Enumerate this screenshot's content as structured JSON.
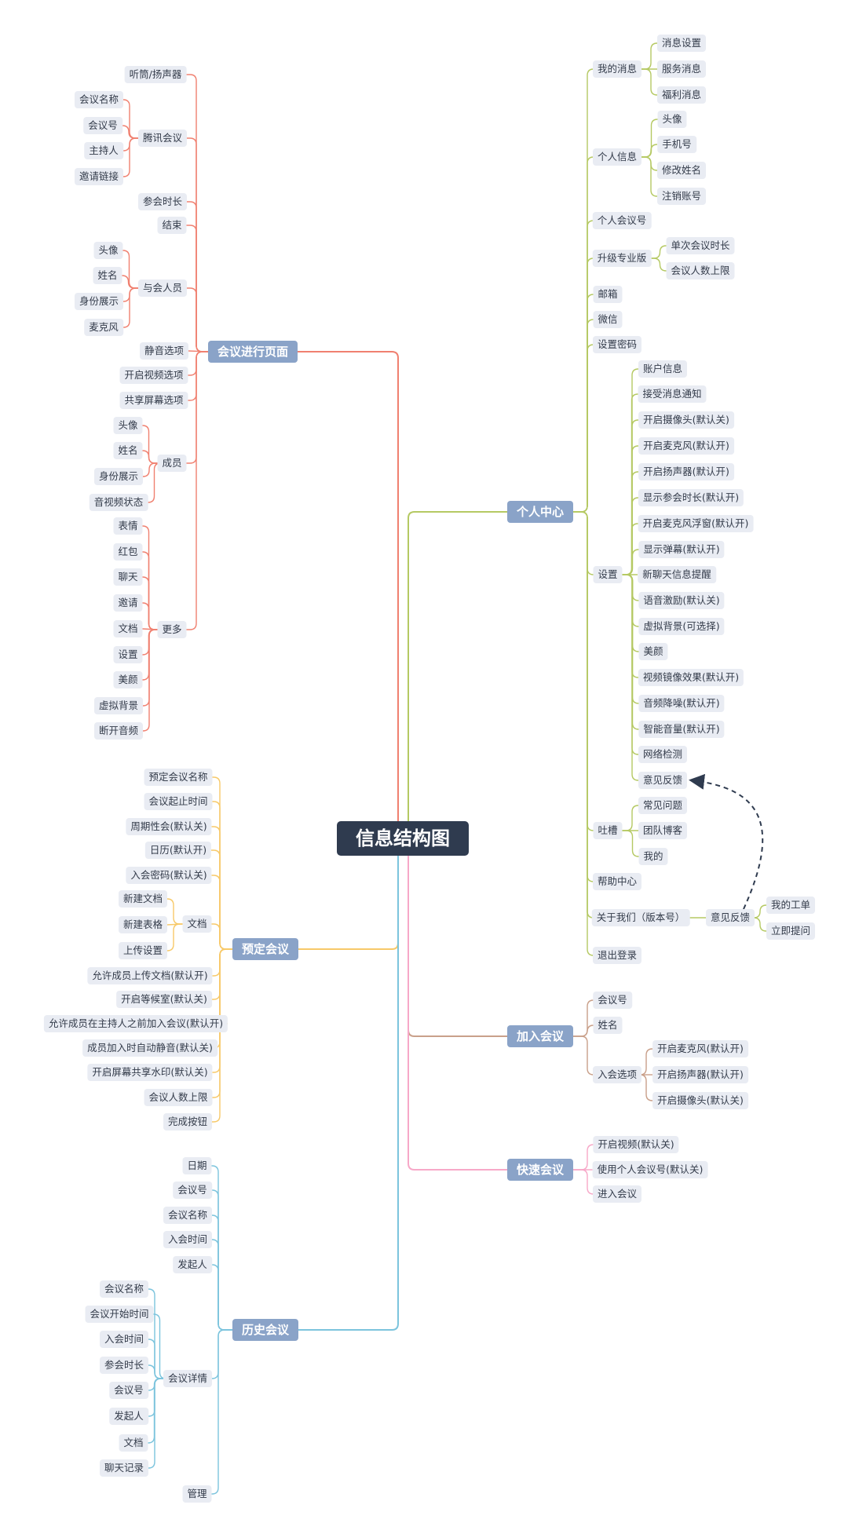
{
  "colors": {
    "meeting": "#f08070",
    "personal": "#b5c963",
    "schedule": "#f7c969",
    "join": "#c9a08a",
    "quick": "#f7a8c8",
    "history": "#7cc4dd",
    "feedback_link": "#2f3b4f"
  },
  "root": "信息结构图",
  "branches": {
    "meeting": {
      "label": "会议进行页面",
      "items": {
        "speaker": "听筒/扬声器",
        "tencent": "腾讯会议",
        "tencent_name": "会议名称",
        "tencent_id": "会议号",
        "tencent_host": "主持人",
        "tencent_link": "邀请链接",
        "duration": "参会时长",
        "end": "结束",
        "attendees": "与会人员",
        "att_avatar": "头像",
        "att_name": "姓名",
        "att_role": "身份展示",
        "att_mic": "麦克风",
        "mute": "静音选项",
        "video": "开启视频选项",
        "share": "共享屏幕选项",
        "members": "成员",
        "mem_avatar": "头像",
        "mem_name": "姓名",
        "mem_role": "身份展示",
        "mem_av": "音视频状态",
        "more": "更多",
        "more_emoji": "表情",
        "more_redpacket": "红包",
        "more_chat": "聊天",
        "more_invite": "邀请",
        "more_doc": "文档",
        "more_settings": "设置",
        "more_beauty": "美颜",
        "more_vbg": "虚拟背景",
        "more_audio": "断开音频"
      }
    },
    "personal": {
      "label": "个人中心",
      "items": {
        "messages": "我的消息",
        "msg_settings": "消息设置",
        "msg_service": "服务消息",
        "msg_welfare": "福利消息",
        "profile": "个人信息",
        "pf_avatar": "头像",
        "pf_phone": "手机号",
        "pf_rename": "修改姓名",
        "pf_cancel": "注销账号",
        "meeting_id": "个人会议号",
        "upgrade": "升级专业版",
        "up_duration": "单次会议时长",
        "up_limit": "会议人数上限",
        "email": "邮箱",
        "wechat": "微信",
        "password": "设置密码",
        "settings": "设置",
        "st_account": "账户信息",
        "st_notify": "接受消息通知",
        "st_camera": "开启摄像头(默认关)",
        "st_mic": "开启麦克风(默认开)",
        "st_speaker": "开启扬声器(默认开)",
        "st_duration": "显示参会时长(默认开)",
        "st_float": "开启麦克风浮窗(默认开)",
        "st_barrage": "显示弹幕(默认开)",
        "st_chat": "新聊天信息提醒",
        "st_voice": "语音激励(默认关)",
        "st_vbg": "虚拟背景(可选择)",
        "st_beauty": "美颜",
        "st_mirror": "视频镜像效果(默认开)",
        "st_denoise": "音频降噪(默认开)",
        "st_volume": "智能音量(默认开)",
        "st_network": "网络检测",
        "st_feedback": "意见反馈",
        "roast": "吐槽",
        "ro_faq": "常见问题",
        "ro_blog": "团队博客",
        "ro_mine": "我的",
        "help": "帮助中心",
        "about": "关于我们（版本号）",
        "feedback": "意见反馈",
        "fb_ticket": "我的工单",
        "fb_ask": "立即提问",
        "logout": "退出登录"
      }
    },
    "schedule": {
      "label": "预定会议",
      "items": {
        "name": "预定会议名称",
        "time": "会议起止时间",
        "periodic": "周期性会(默认关)",
        "calendar": "日历(默认开)",
        "password": "入会密码(默认关)",
        "doc": "文档",
        "doc_new": "新建文档",
        "doc_sheet": "新建表格",
        "doc_upload": "上传设置",
        "allow_upload": "允许成员上传文档(默认开)",
        "waiting": "开启等候室(默认关)",
        "before_host": "允许成员在主持人之前加入会议(默认开)",
        "auto_mute": "成员加入时自动静音(默认关)",
        "watermark": "开启屏幕共享水印(默认关)",
        "limit": "会议人数上限",
        "done": "完成按钮"
      }
    },
    "join": {
      "label": "加入会议",
      "items": {
        "meeting_id": "会议号",
        "name": "姓名",
        "options": "入会选项",
        "opt_mic": "开启麦克风(默认开)",
        "opt_speaker": "开启扬声器(默认开)",
        "opt_camera": "开启摄像头(默认关)"
      }
    },
    "quick": {
      "label": "快速会议",
      "items": {
        "video": "开启视频(默认关)",
        "personal_id": "使用个人会议号(默认关)",
        "enter": "进入会议"
      }
    },
    "history": {
      "label": "历史会议",
      "items": {
        "date": "日期",
        "meeting_id": "会议号",
        "name": "会议名称",
        "join_time": "入会时间",
        "initiator": "发起人",
        "detail": "会议详情",
        "dt_name": "会议名称",
        "dt_start": "会议开始时间",
        "dt_join": "入会时间",
        "dt_duration": "参会时长",
        "dt_id": "会议号",
        "dt_initiator": "发起人",
        "dt_doc": "文档",
        "dt_chat": "聊天记录",
        "manage": "管理"
      }
    }
  }
}
